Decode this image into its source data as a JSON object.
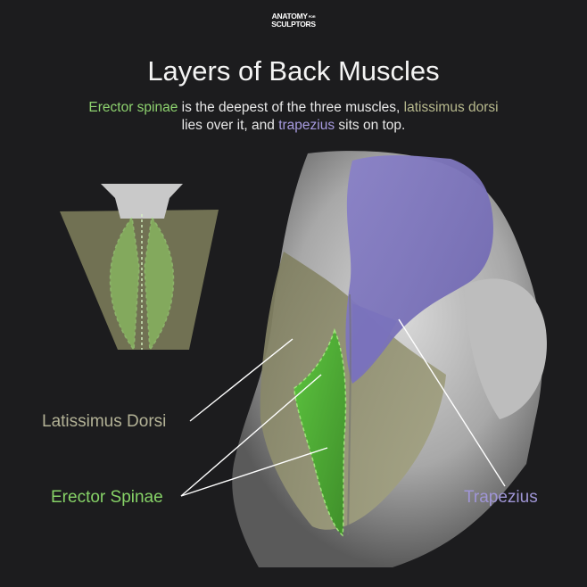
{
  "brand": {
    "line1": "ANATOMY",
    "line1_small": "FOR",
    "line2": "SCULPTORS"
  },
  "title": "Layers of Back Muscles",
  "subtitle": {
    "erector": "Erector spinae",
    "part1": " is the deepest of the three muscles, ",
    "latissimus": "latissimus dorsi",
    "part2": " lies over it, and ",
    "trapezius": "trapezius",
    "part3": " sits on top."
  },
  "labels": {
    "latissimus": "Latissimus Dorsi",
    "erector": "Erector Spinae",
    "trapezius": "Trapezius"
  },
  "colors": {
    "erector": "#7fd35e",
    "latissimus": "#b3b296",
    "trapezius": "#9f95d6",
    "background": "#1c1c1e"
  }
}
